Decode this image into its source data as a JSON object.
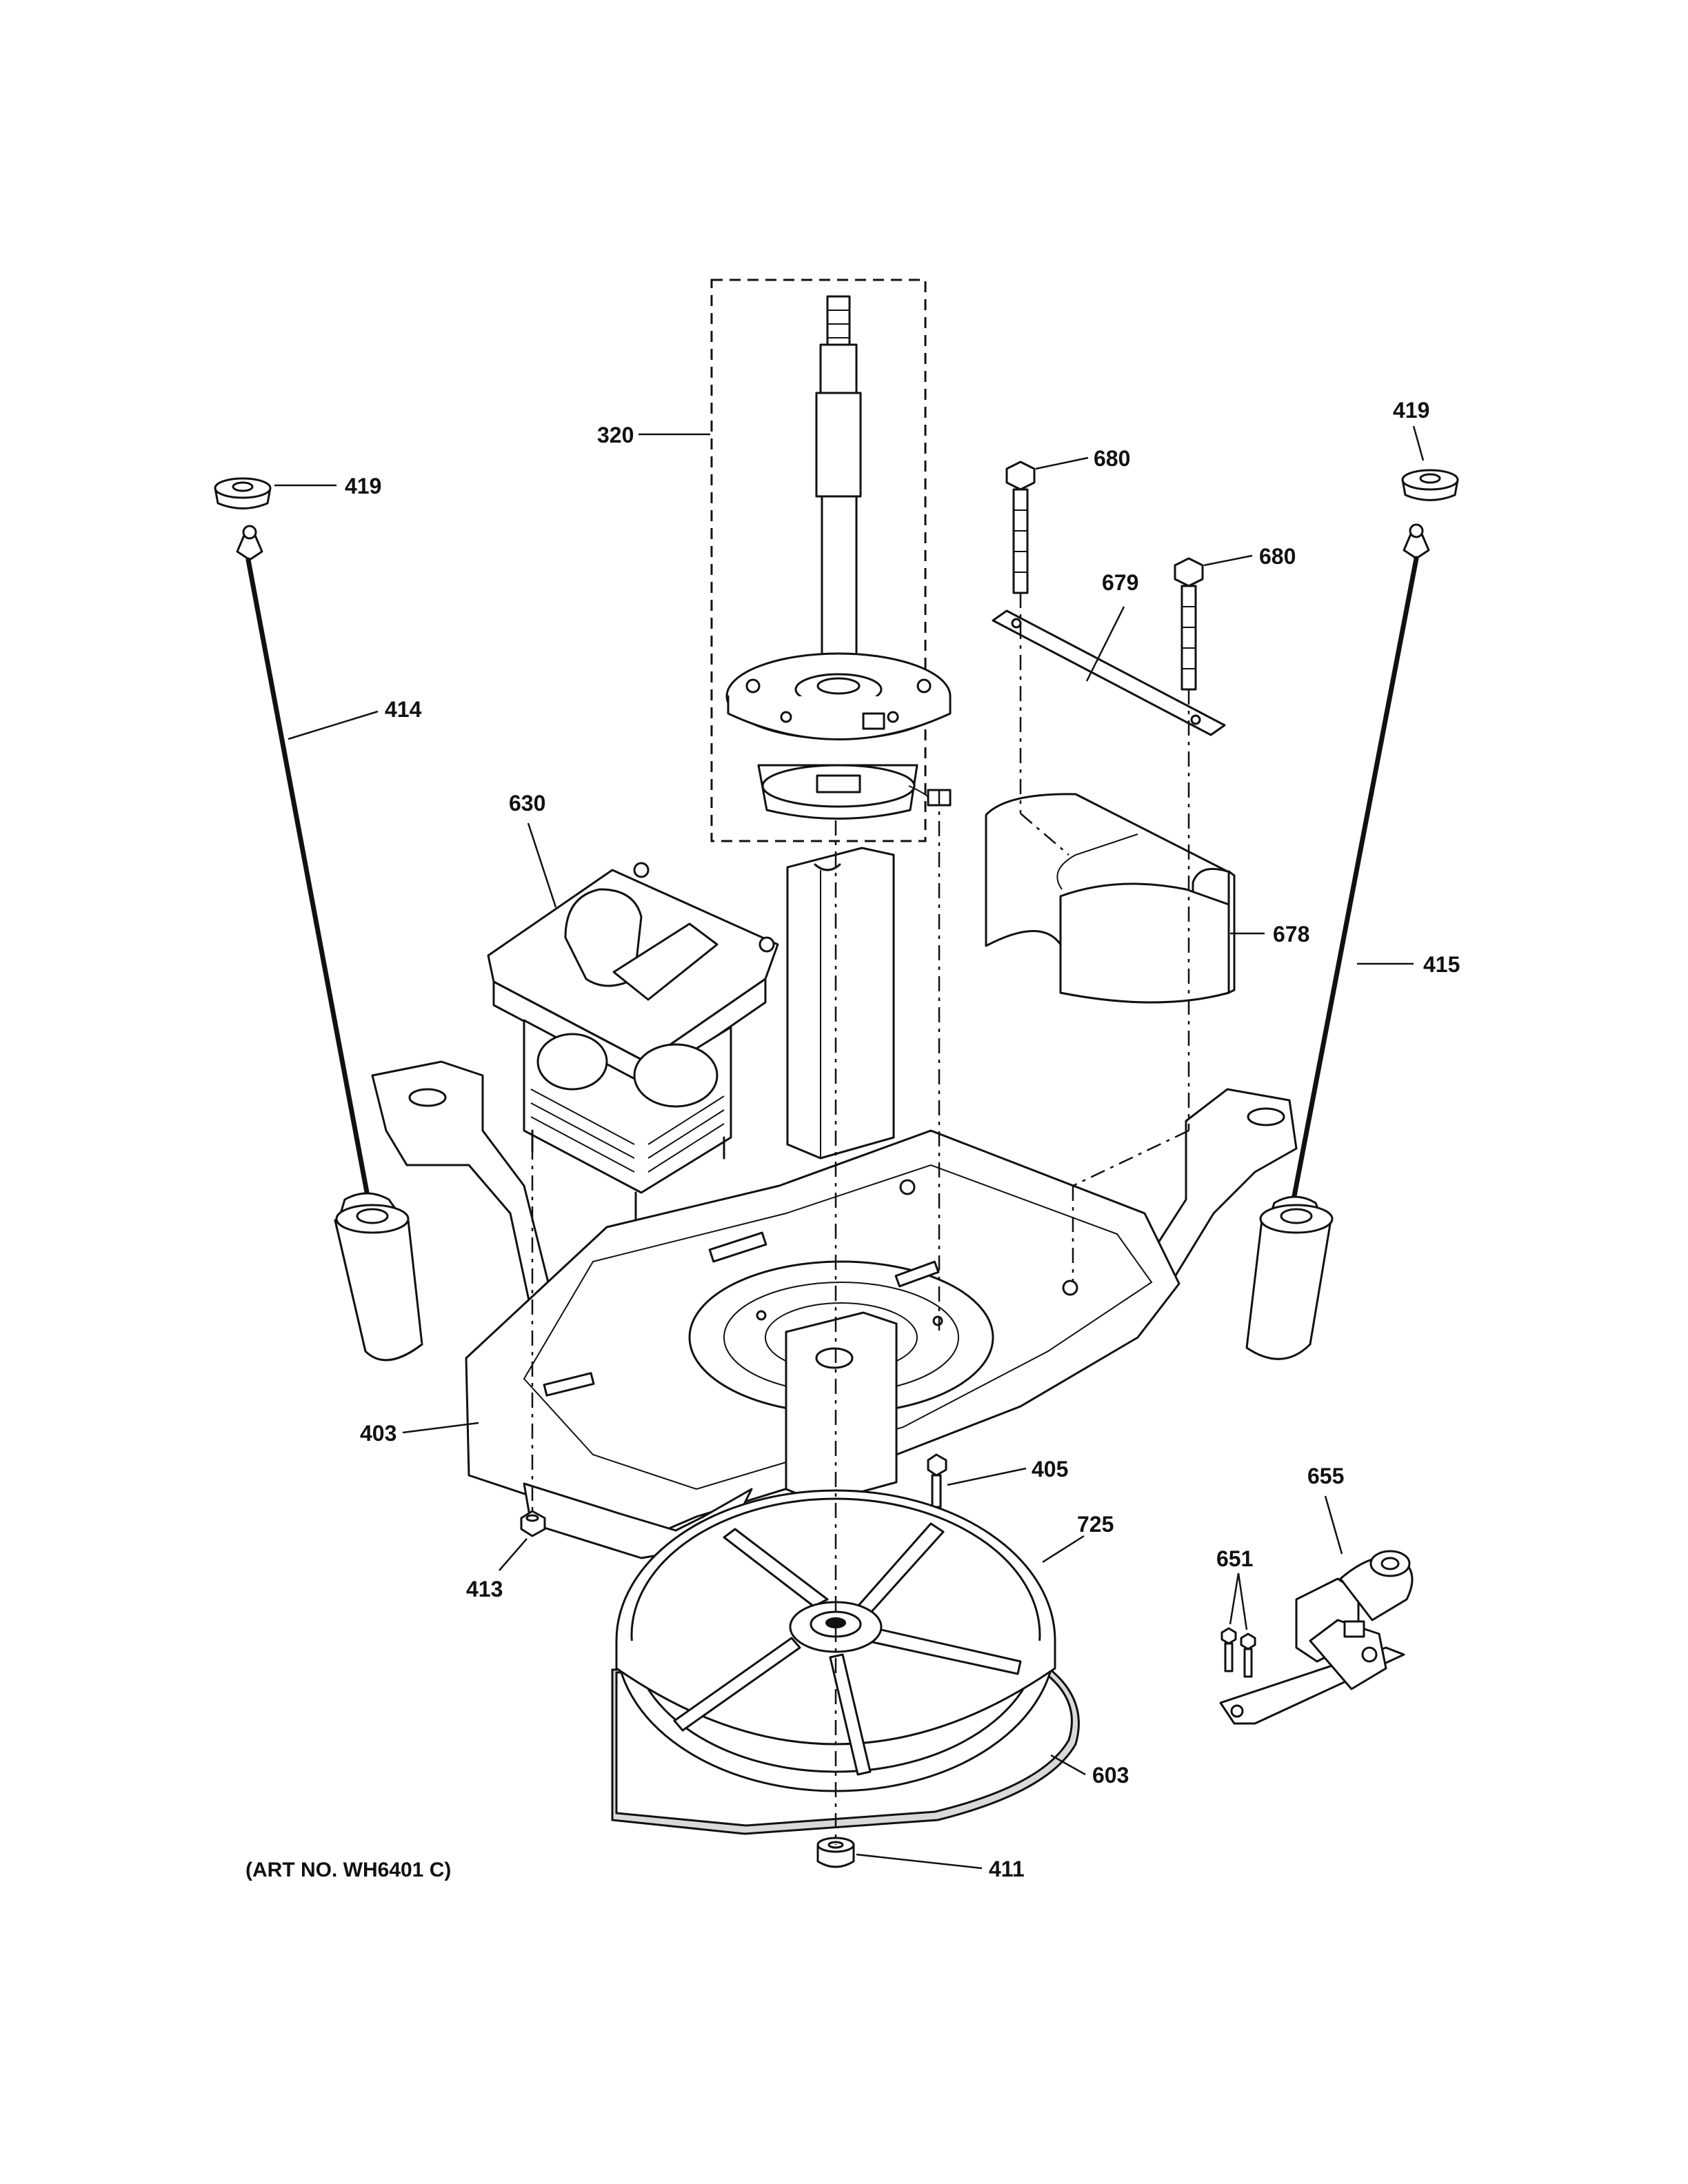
{
  "art_number": "(ART NO. WH6401 C)",
  "callouts": {
    "c320": "320",
    "c419_left": "419",
    "c419_right": "419",
    "c414": "414",
    "c415": "415",
    "c680_a": "680",
    "c680_b": "680",
    "c679": "679",
    "c678": "678",
    "c630": "630",
    "c403": "403",
    "c413": "413",
    "c405": "405",
    "c725": "725",
    "c655": "655",
    "c651": "651",
    "c603": "603",
    "c411": "411"
  }
}
